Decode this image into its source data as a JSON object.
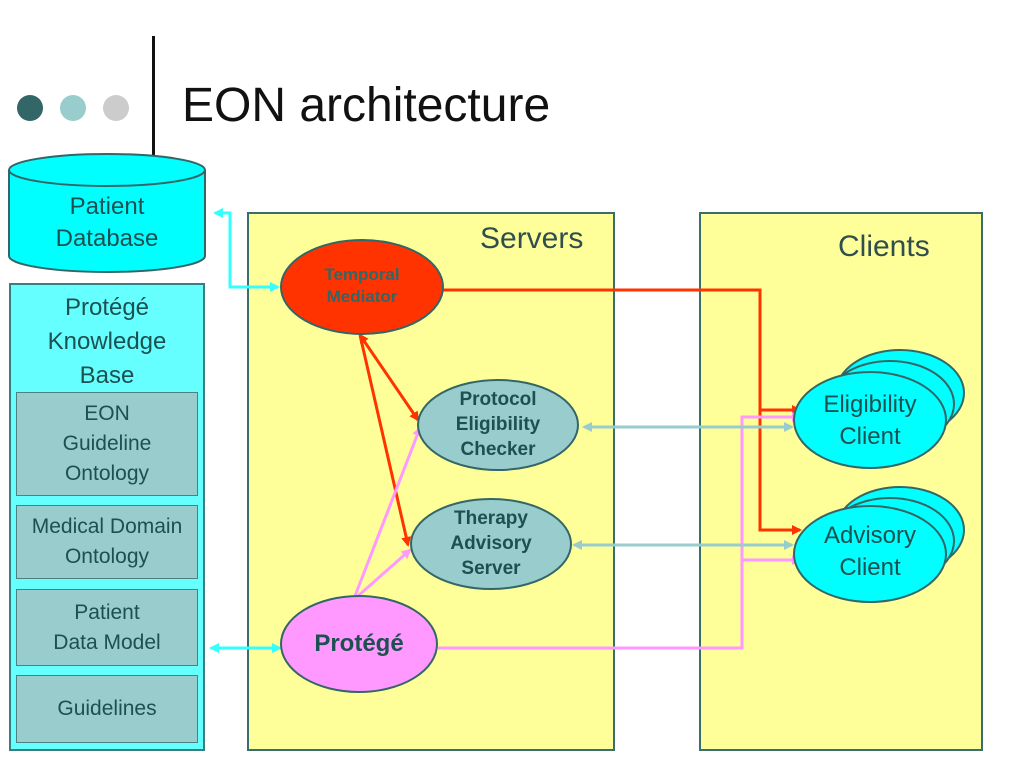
{
  "slide": {
    "title": "EON architecture"
  },
  "database": {
    "label_line1": "Patient",
    "label_line2": "Database"
  },
  "knowledge_base": {
    "title_line1": "Protégé",
    "title_line2": "Knowledge",
    "title_line3": "Base",
    "items": [
      {
        "line1": "EON",
        "line2": "Guideline",
        "line3": "Ontology"
      },
      {
        "line1": "Medical Domain",
        "line2": "Ontology"
      },
      {
        "line1": "Patient",
        "line2": "Data Model"
      },
      {
        "line1": "Guidelines"
      }
    ]
  },
  "servers": {
    "title": "Servers",
    "temporal_mediator": {
      "line1": "Temporal",
      "line2": "Mediator"
    },
    "eligibility_checker": {
      "line1": "Protocol",
      "line2": "Eligibility",
      "line3": "Checker"
    },
    "advisory_server": {
      "line1": "Therapy",
      "line2": "Advisory",
      "line3": "Server"
    },
    "protege": "Protégé"
  },
  "clients": {
    "title": "Clients",
    "eligibility_client": {
      "line1": "Eligibility",
      "line2": "Client"
    },
    "advisory_client": {
      "line1": "Advisory",
      "line2": "Client"
    }
  },
  "colors": {
    "dot1": "#336666",
    "dot2": "#99cccc",
    "dot3": "#cccccc",
    "panel_fill": "#ffff99",
    "mediator_fill": "#ff3300",
    "server_fill": "#99cccc",
    "protege_fill": "#ff99ff",
    "client_fill": "#00ffff",
    "red_line": "#ff3300",
    "pink_line": "#ff99ff",
    "blue_line": "#99cccc",
    "cyan_line": "#33ffff"
  }
}
